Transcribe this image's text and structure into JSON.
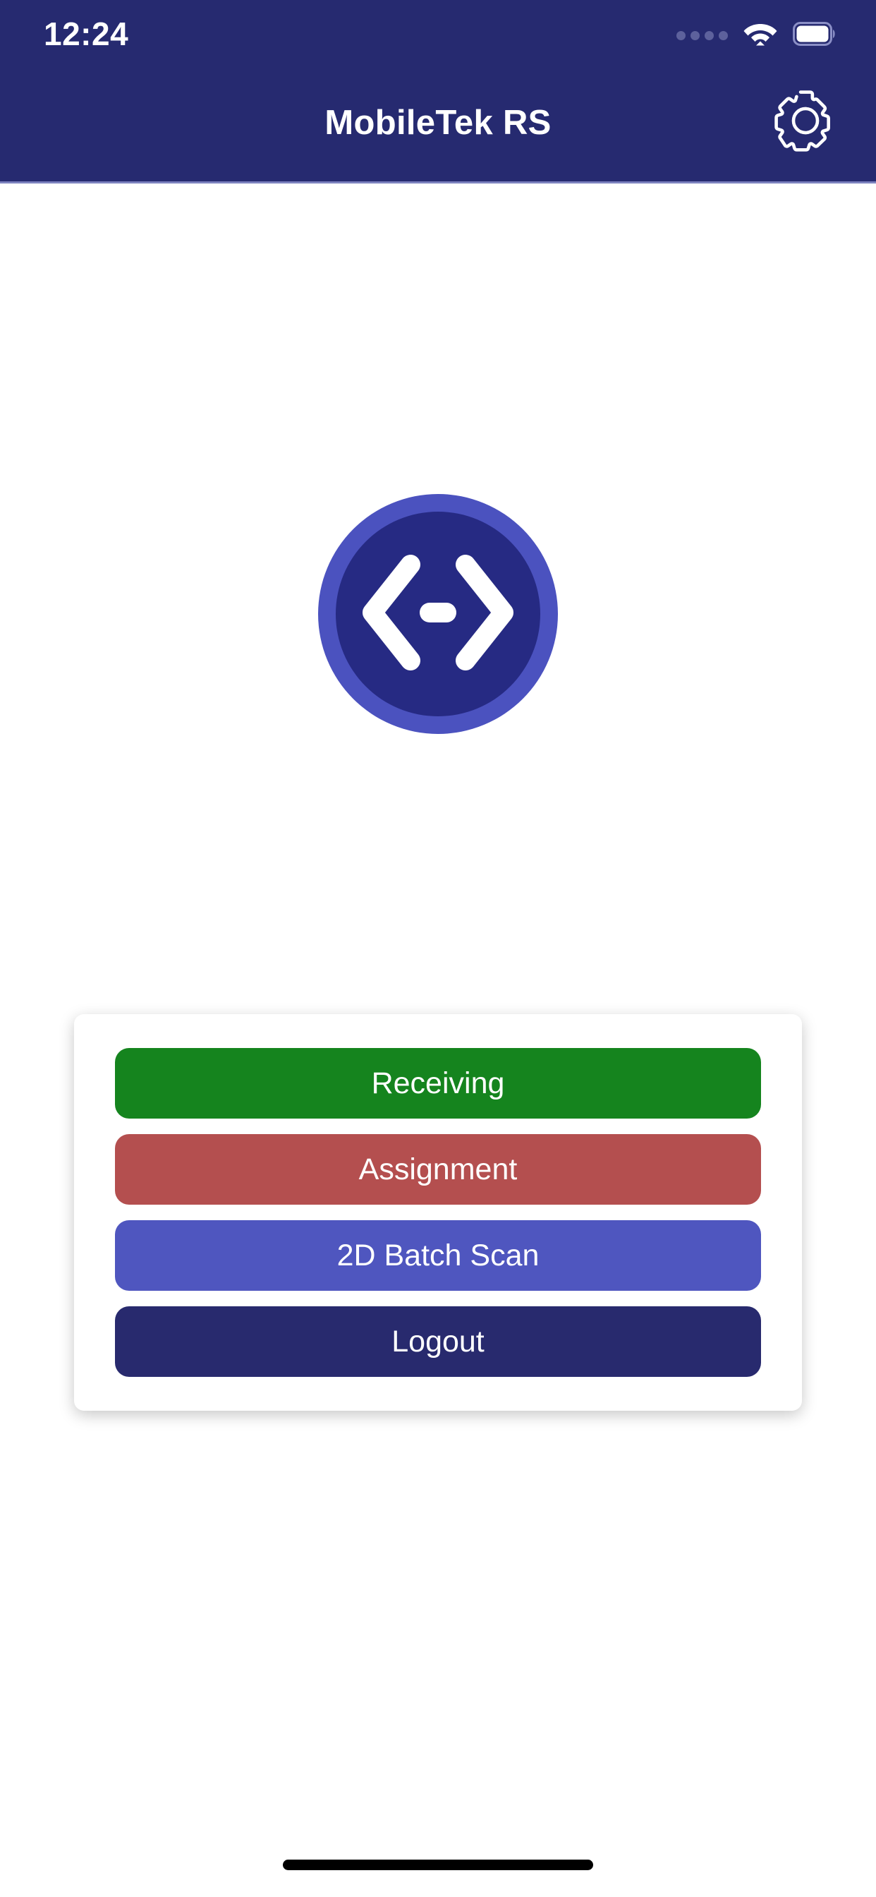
{
  "statusbar": {
    "time": "12:24",
    "signal_icon": "signal-dots-icon",
    "wifi_icon": "wifi-icon",
    "battery_icon": "battery-full-icon"
  },
  "header": {
    "title": "MobileTek RS",
    "settings_icon": "gear-icon"
  },
  "logo": {
    "name": "mobiletek-logo",
    "icon": "code-brackets-icon",
    "ring_color": "#4B52BF",
    "fill_color": "#262A83",
    "glyph_color": "#FFFFFF"
  },
  "menu": {
    "buttons": [
      {
        "label": "Receiving",
        "color": "#15841E",
        "name": "receiving-button"
      },
      {
        "label": "Assignment",
        "color": "#B44F4F",
        "name": "assignment-button"
      },
      {
        "label": "2D Batch Scan",
        "color": "#4F56BF",
        "name": "batch-scan-button"
      },
      {
        "label": "Logout",
        "color": "#282A6E",
        "name": "logout-button"
      }
    ]
  },
  "system": {
    "home_indicator": "home-indicator"
  },
  "theme": {
    "appbar_background": "#262A70",
    "page_background": "#FFFFFF",
    "card_background": "#FFFFFF"
  }
}
